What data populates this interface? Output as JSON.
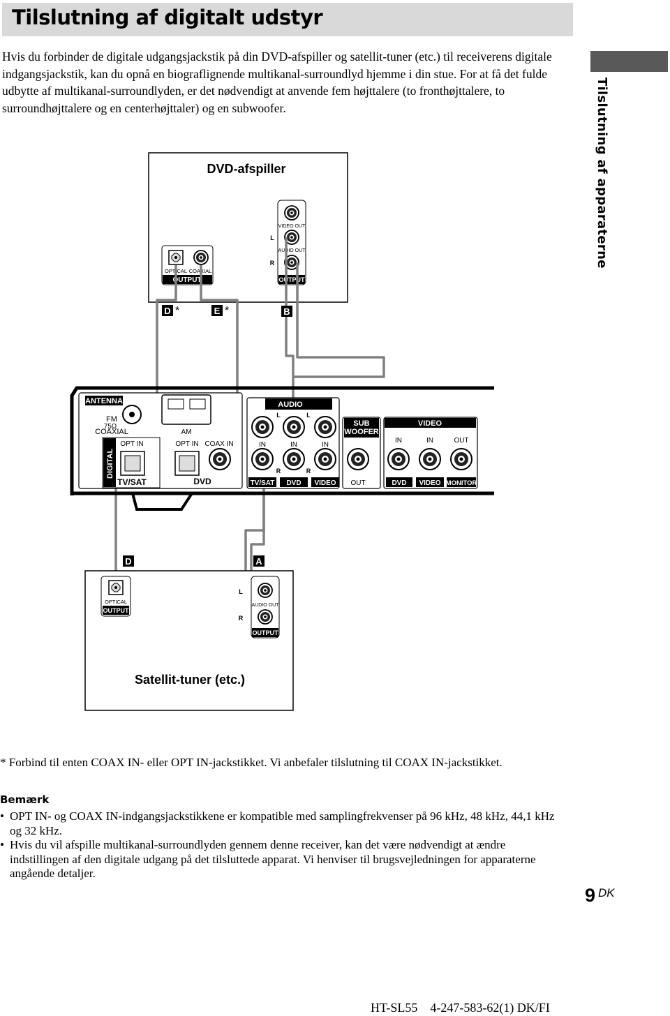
{
  "header": {
    "title": "Tilslutning af digitalt udstyr"
  },
  "intro": "Hvis du forbinder de digitale udgangsjackstik på din DVD-afspiller og satellit-tuner (etc.) til receiverens digitale indgangsjackstik, kan du opnå en biograflignende multikanal-surroundlyd hjemme i din stue. For at få det fulde udbytte af multikanal-surroundlyden, er det nødvendigt at anvende fem højttalere (to fronthøjttalere, to surroundhøjttalere og en centerhøjttaler) og en subwoofer.",
  "side_tab": {
    "label": "Tilslutning af apparaterne",
    "color": "#595959"
  },
  "colors": {
    "title_bar": "#d9d9d9",
    "cable": "#808080"
  },
  "diagram": {
    "dvd_player": {
      "title": "DVD-afspiller",
      "optical": "OPTICAL",
      "coaxial": "COAXIAL",
      "output": "OUTPUT",
      "video_out": "VIDEO OUT",
      "audio_out": "AUDIO OUT",
      "l": "L",
      "r": "R",
      "output2": "OUTPUT"
    },
    "cable_labels": {
      "d_top": "D",
      "e_top": "E",
      "b_top": "B",
      "asterisk": "*",
      "d_bottom": "D",
      "a_bottom": "A"
    },
    "receiver": {
      "antenna": "ANTENNA",
      "fm": "FM",
      "ohm": "75Ω",
      "coaxial": "COAXIAL",
      "am": "AM",
      "digital": "DIGITAL",
      "opt_in_1": "OPT IN",
      "tv_sat": "TV/SAT",
      "opt_in_2": "OPT IN",
      "coax_in": "COAX IN",
      "dvd": "DVD",
      "audio": "AUDIO",
      "l": "L",
      "r": "R",
      "in": "IN",
      "audio_tv_sat": "TV/SAT",
      "audio_dvd": "DVD",
      "audio_video": "VIDEO",
      "sub": "SUB",
      "woofer": "WOOFER",
      "out": "OUT",
      "video": "VIDEO",
      "video_out": "OUT",
      "video_dvd": "DVD",
      "video_video": "VIDEO",
      "monitor": "MONITOR"
    },
    "satellite_tuner": {
      "title": "Satellit-tuner (etc.)",
      "optical": "OPTICAL",
      "output": "OUTPUT",
      "audio_out": "AUDIO OUT",
      "l": "L",
      "r": "R",
      "output2": "OUTPUT"
    }
  },
  "footnote": "* Forbind til enten COAX IN- eller OPT IN-jackstikket. Vi anbefaler tilslutning til COAX IN-jackstikket.",
  "note": {
    "heading": "Bemærk",
    "items": [
      "OPT IN- og COAX IN-indgangsjackstikkene er kompatible med samplingfrekvenser på 96 kHz, 48 kHz, 44,1 kHz og 32 kHz.",
      "Hvis du vil afspille multikanal-surroundlyden gennem denne receiver, kan det være nødvendigt at ændre indstillingen af den digitale udgang på det tilsluttede apparat. Vi henviser til brugsvejledningen for apparaterne angående detaljer."
    ]
  },
  "page": {
    "number": "9",
    "suffix": "DK"
  },
  "model_code": "HT-SL55    4-247-583-62(1) DK/FI"
}
